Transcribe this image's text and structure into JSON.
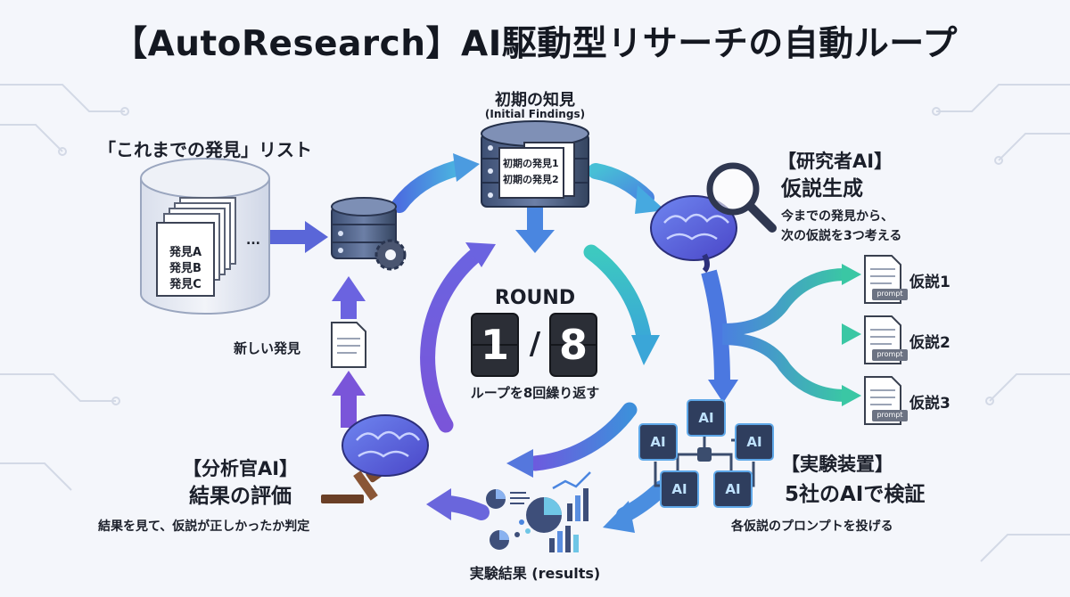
{
  "title": "【AutoResearch】AI駆動型リサーチの自動ループ",
  "initial": {
    "title": "初期の知見",
    "subtitle": "(Initial Findings)",
    "doc1": "初期の発見1",
    "doc2": "初期の発見2"
  },
  "past_list": {
    "title": "「これまでの発見」リスト",
    "doc_a": "発見A",
    "doc_b": "発見B",
    "doc_c": "発見C",
    "ellipsis": "..."
  },
  "researcher": {
    "title": "【研究者AI】",
    "subtitle": "仮説生成",
    "desc_line1": "今までの発見から、",
    "desc_line2": "次の仮説を3つ考える"
  },
  "hypotheses": [
    {
      "label": "仮説1",
      "tag": "prompt"
    },
    {
      "label": "仮説2",
      "tag": "prompt"
    },
    {
      "label": "仮説3",
      "tag": "prompt"
    }
  ],
  "round": {
    "label": "ROUND",
    "current": "1",
    "separator": "/",
    "total": "8",
    "caption": "ループを8回繰り返す"
  },
  "experiment": {
    "title": "【実験装置】",
    "subtitle": "5社のAIで検証",
    "desc": "各仮説のプロンプトを投げる",
    "chip_label": "AI"
  },
  "results": {
    "label": "実験結果 (results)"
  },
  "analyst": {
    "title": "【分析官AI】",
    "subtitle": "結果の評価",
    "desc": "結果を見て、仮説が正しかったか判定"
  },
  "new_finding": {
    "label": "新しい発見"
  },
  "colors": {
    "arrow_light": "#46c0d6",
    "arrow_mid": "#4a8ee0",
    "arrow_dark": "#6a55d8",
    "brain": "#5566e0",
    "text": "#1b1f2a"
  }
}
